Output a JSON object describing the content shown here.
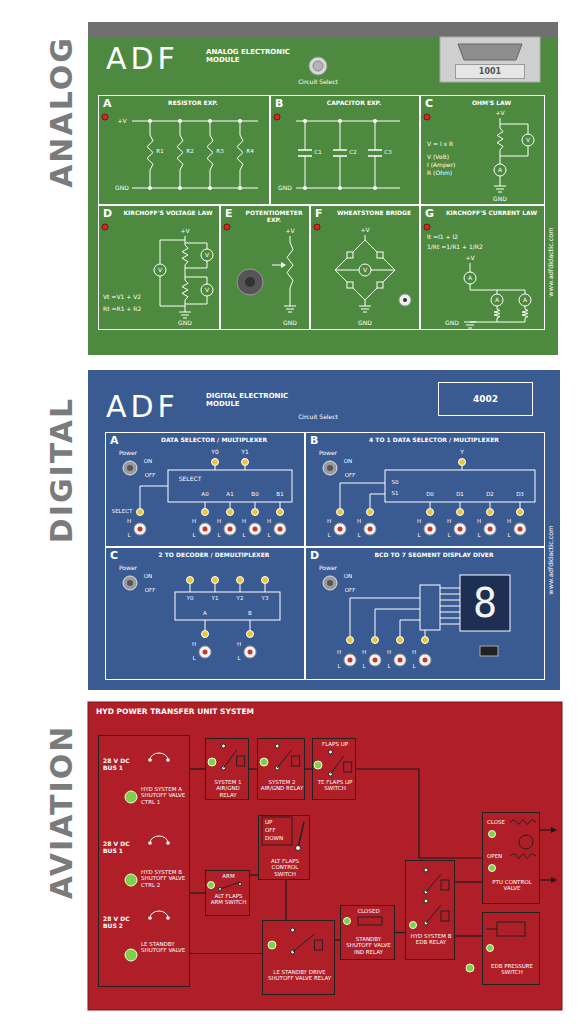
{
  "diagram": {
    "nodes": [
      {
        "text": [
          "ADF",
          "ANALOG ELECTRONIC MODULE",
          "Circuit Select",
          "www.adfdidactic.com"
        ]
      },
      {
        "text": [
          "1001"
        ],
        "in": 0
      },
      {
        "text": [
          "A",
          "RESISTOR EXP."
        ],
        "in": 0
      },
      {
        "text": [
          "B",
          "CAPACITOR EXP."
        ],
        "in": 0
      },
      {
        "text": [
          "C",
          "OHM'S LAW",
          "V = I x R",
          "V (Volt)",
          "I (Amper)",
          "R (Ohm)"
        ],
        "in": 0
      },
      {
        "text": [
          "D",
          "KIRCHOFF'S VOLTAGE LAW",
          "Vt =V1 + V2",
          "Rt =R1 + R2"
        ],
        "in": 0
      },
      {
        "text": [
          "E",
          "POTENTIOMETER EXP."
        ],
        "in": 0
      },
      {
        "text": [
          "F",
          "WHEATSTONE BRIDGE"
        ],
        "in": 0
      },
      {
        "text": [
          "G",
          "KIRCHOFF'S CURRENT LAW",
          "It =I1 + I2",
          "1/Rt =1/R1 + 1/R2"
        ],
        "in": 0
      },
      {
        "text": [
          "ADF",
          "DIGITAL ELECTRONIC MODULE",
          "Circuit Select",
          "www.adfdidactic.com"
        ]
      },
      {
        "text": [
          "4002"
        ],
        "in": 9
      },
      {
        "text": [
          "A",
          "DATA SELECTOR / MULTIPLEXER"
        ],
        "in": 9
      },
      {
        "text": [
          "B",
          "4 TO 1 DATA SELECTOR / MULTIPLEXER"
        ],
        "in": 9
      },
      {
        "text": [
          "C",
          "2 TO DECODER / DEMULTIPLEXER"
        ],
        "in": 9
      },
      {
        "text": [
          "D",
          "BCD TO 7 SEGMENT DISPLAY DIVER"
        ],
        "in": 9
      },
      {
        "text": [
          "HYD POWER TRANSFER UNIT SYSTEM"
        ]
      },
      {
        "text": [
          "28 V DC BUS 1",
          "HYD SYSTEM A SHUTOFF VALVE CTRL 1",
          "28 V DC BUS 1",
          "HYD SYSTEM B SHUTOFF VALVE CTRL 2",
          "28 V DC BUS 2",
          "LE STANDBY SHUTOFF VALVE"
        ],
        "in": 15
      },
      {
        "text": [
          "SYSTEM 1 AIR/GND RELAY"
        ],
        "in": 15
      },
      {
        "text": [
          "SYSTEM 2 AIR/GND RELAY"
        ],
        "in": 15
      },
      {
        "text": [
          "FLAPS UP",
          "TE FLAPS UP SWITCH"
        ],
        "in": 15
      },
      {
        "text": [
          "UP",
          "OFF",
          "DOWN",
          "ALT FLAPS CONTROL SWITCH"
        ],
        "in": 15
      },
      {
        "text": [
          "ARM",
          "ALT FLAPS ARM SWITCH"
        ],
        "in": 15
      },
      {
        "text": [
          "LE STANDBY DRIVE SHUTOFF VALVE RELAY"
        ],
        "in": 15
      },
      {
        "text": [
          "CLOSED",
          "STANDBY SHUTOFF VALVE IND RELAY"
        ],
        "in": 15
      },
      {
        "text": [
          "HYD SYSTEM B EDB RELAY"
        ],
        "in": 15
      },
      {
        "text": [
          "CLOSE",
          "OPEN",
          "PTU CONTROL VALVE"
        ],
        "in": 15
      },
      {
        "text": [
          "EDB PRESSURE SWITCH"
        ],
        "in": 15
      }
    ],
    "edges": [
      {
        "from": 16,
        "to": 17,
        "arrow": "none"
      },
      {
        "from": 17,
        "to": 18,
        "arrow": "none"
      },
      {
        "from": 18,
        "to": 19,
        "arrow": "none"
      },
      {
        "from": 19,
        "to": 25,
        "arrow": "none"
      },
      {
        "from": 16,
        "to": 21,
        "arrow": "none"
      },
      {
        "from": 21,
        "to": 20,
        "arrow": "none"
      },
      {
        "from": 20,
        "to": 22,
        "arrow": "none"
      },
      {
        "from": 22,
        "to": 23,
        "arrow": "none"
      },
      {
        "from": 23,
        "to": 24,
        "arrow": "none"
      },
      {
        "from": 24,
        "to": 25,
        "arrow": "none"
      },
      {
        "from": 26,
        "to": 24,
        "arrow": "none"
      },
      {
        "from": 16,
        "to": 22,
        "arrow": "none"
      }
    ],
    "labels": [
      "ANALOG",
      "DIGITAL",
      "AVIATION",
      "+V",
      "R1",
      "R2",
      "R3",
      "R4",
      "GND",
      "C1",
      "C2",
      "C3",
      "GND",
      "+V",
      "V",
      "A",
      "GND",
      "+V",
      "V",
      "V",
      "V",
      "GND",
      "+V",
      "GND",
      "+V",
      "V",
      "GND",
      "+V",
      "A",
      "A",
      "A",
      "GND",
      "Power",
      "ON",
      "OFF",
      "Y0",
      "Y1",
      "SELECT",
      "A0",
      "A1",
      "B0",
      "B1",
      "SELECT",
      "H",
      "L",
      "H",
      "L",
      "H",
      "L",
      "H",
      "L",
      "H",
      "L",
      "Power",
      "ON",
      "OFF",
      "Y",
      "S0",
      "S1",
      "D0",
      "D1",
      "D2",
      "D3",
      "H",
      "L",
      "H",
      "L",
      "H",
      "L",
      "H",
      "L",
      "H",
      "L",
      "H",
      "L",
      "Power",
      "ON",
      "OFF",
      "Y0",
      "Y1",
      "Y2",
      "Y3",
      "A",
      "B",
      "H",
      "L",
      "H",
      "L",
      "Power",
      "ON",
      "OFF",
      "8",
      "H",
      "L",
      "H",
      "L",
      "H",
      "L",
      "H",
      "L"
    ]
  }
}
